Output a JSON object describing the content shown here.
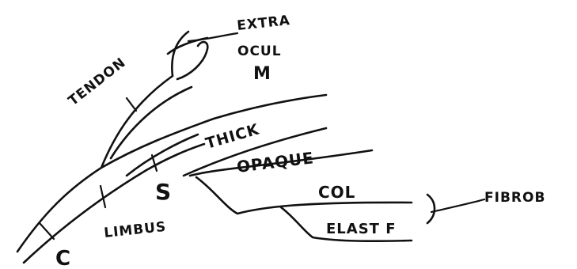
{
  "diagram": {
    "labels": {
      "tendon": "TENDON",
      "extra_ocul_m_line1": "EXTRA",
      "extra_ocul_m_line2": "OCUL",
      "extra_ocul_m_line3": "M",
      "thick": "THICK",
      "opaque": "OPAQUE",
      "col": "COL",
      "elast_f": "ELAST F",
      "fibrob": "FIBROB",
      "c": "C",
      "limbus": "LIMBUS",
      "s": "S"
    },
    "colors": {
      "ink": "#111111",
      "paper": "#ffffff"
    }
  }
}
